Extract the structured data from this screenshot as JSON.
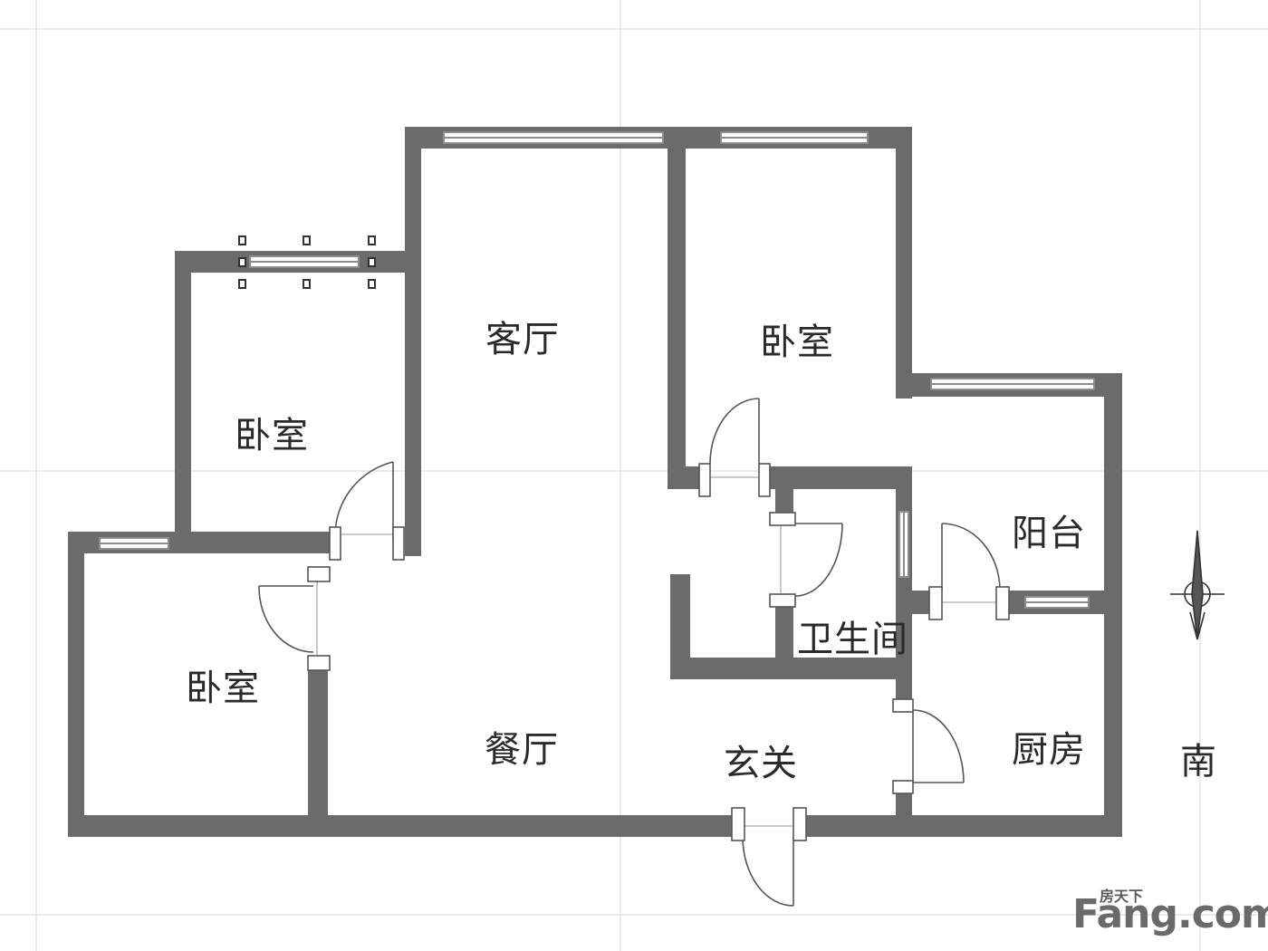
{
  "colors": {
    "wall": "#6b6b6b",
    "window_frame": "#8c8c8c",
    "window_fill": "#ffffff",
    "grid": "#e4e4e4",
    "door_line": "#555555",
    "label": "#2a2a2a"
  },
  "rooms": {
    "living_room": "客厅",
    "bedroom_top_right": "卧室",
    "bedroom_left_upper": "卧室",
    "bedroom_left_lower": "卧室",
    "balcony": "阳台",
    "bathroom": "卫生间",
    "dining_room": "餐厅",
    "entrance": "玄关",
    "kitchen": "厨房"
  },
  "compass": {
    "direction_label": "南",
    "icon": "north-arrow-icon"
  },
  "watermark": {
    "cn": "房天下",
    "en": "Fang.com",
    "icon": "fang-logo-icon"
  }
}
